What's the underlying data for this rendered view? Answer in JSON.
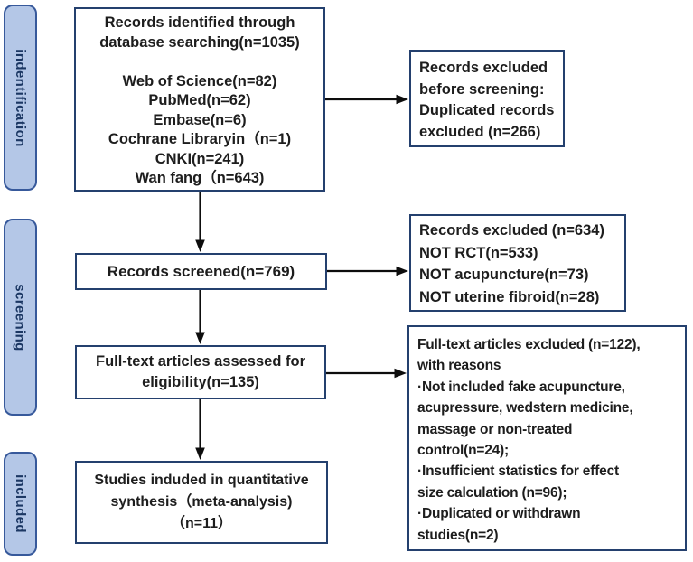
{
  "diagram": {
    "stages": [
      {
        "label": "indentification"
      },
      {
        "label": "screening"
      },
      {
        "label": "included"
      }
    ],
    "main_boxes": {
      "identification": {
        "lines": [
          "Records identified through",
          "database searching(n=1035)",
          "",
          "Web of Science(n=82)",
          "PubMed(n=62)",
          "Embase(n=6)",
          "Cochrane Libraryin（n=1)",
          "CNKI(n=241)",
          "Wan fang（n=643)"
        ]
      },
      "screened": {
        "lines": [
          "Records screened(n=769)"
        ]
      },
      "eligibility": {
        "lines": [
          "Full-text articles assessed for",
          "eligibility(n=135)"
        ]
      },
      "included": {
        "lines": [
          "Studies induded in quantitative",
          "synthesis（meta-analysis)",
          "（n=11）"
        ]
      }
    },
    "exclusion_boxes": {
      "before_screening": {
        "lines": [
          "Records excluded",
          "before screening:",
          "Duplicated records",
          "excluded (n=266)"
        ]
      },
      "screening": {
        "lines": [
          "Records excluded (n=634)",
          "NOT RCT(n=533)",
          "NOT acupuncture(n=73)",
          "NOT uterine fibroid(n=28)"
        ]
      },
      "full_text": {
        "lines": [
          "Full-text articles excluded (n=122),",
          "with reasons",
          "·Not included fake acupuncture,",
          "acupressure, wedstern medicine,",
          "massage or non-treated",
          "control(n=24);",
          "·Insufficient statistics for effect",
          "size calculation (n=96);",
          "·Duplicated or withdrawn",
          "studies(n=2)"
        ]
      }
    },
    "colors": {
      "background": "#ffffff",
      "box_border": "#24406e",
      "stage_fill": "#b4c7e7",
      "stage_border": "#37599b",
      "stage_text": "#1b3763",
      "text": "#1d1d1d",
      "arrow": "#0d0d0d"
    }
  }
}
